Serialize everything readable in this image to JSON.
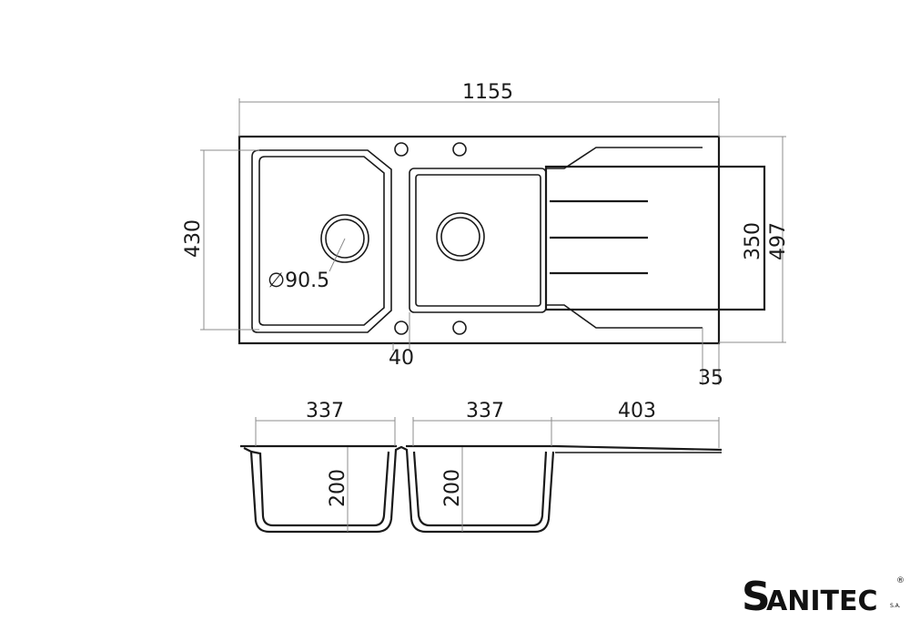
{
  "dimensions": {
    "overall_length": "1155",
    "overall_depth": "430",
    "drainboard_outer": "497",
    "drainboard_inner": "350",
    "waste_diameter": "∅90.5",
    "bowl_gap": "40",
    "edge_offset": "35",
    "bowl1_width": "337",
    "bowl2_width": "337",
    "drainboard_width": "403",
    "bowl1_depth": "200",
    "bowl2_depth": "200"
  },
  "brand": {
    "s": "S",
    "anitec": "ANITEC",
    "registered": "®",
    "suffix": "S.A."
  }
}
